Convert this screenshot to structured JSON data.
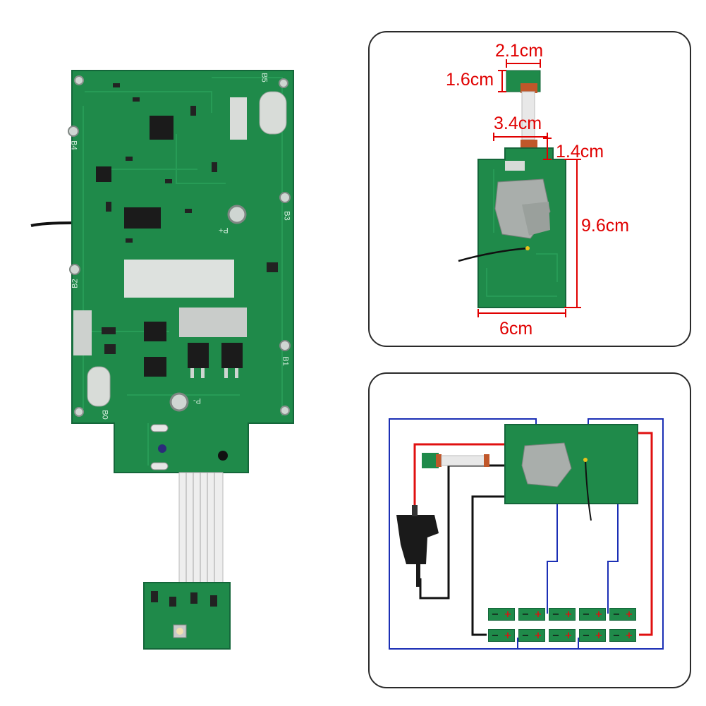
{
  "board_silkscreen": {
    "b5": "B5",
    "b4": "B4",
    "b3": "B3",
    "b2": "B2",
    "b1": "B1",
    "b0": "B0",
    "p_plus": "P+",
    "p_minus": "P-"
  },
  "dimensions": {
    "connector_width": "2.1cm",
    "connector_height": "1.6cm",
    "neck_width": "3.4cm",
    "neck_height": "1.4cm",
    "board_height": "9.6cm",
    "board_width": "6cm"
  },
  "colors": {
    "pcb_green": "#1f8a4a",
    "dimension_red": "#e00000",
    "wire_blue": "#1b2fb5",
    "wire_red": "#e01010",
    "wire_black": "#111111"
  },
  "wiring": {
    "cell_rows": 2,
    "cells_per_row": 5,
    "cell_polarity_minus": "−",
    "cell_polarity_plus": "+"
  }
}
